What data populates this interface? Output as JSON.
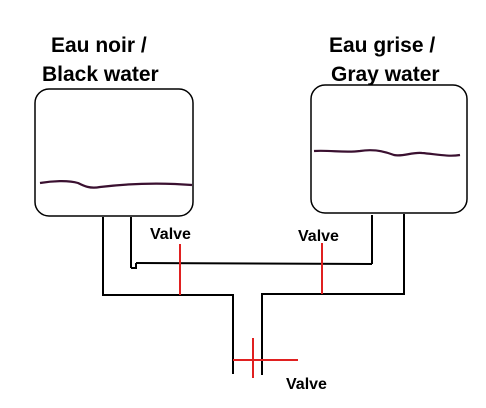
{
  "tanks": [
    {
      "title_line1": "Eau noir /",
      "title_line2": "Black water"
    },
    {
      "title_line1": "Eau grise /",
      "title_line2": "Gray water"
    }
  ],
  "valves": [
    {
      "label": "Valve"
    },
    {
      "label": "Valve"
    },
    {
      "label": "Valve"
    }
  ],
  "colors": {
    "outline": "#000000",
    "liquid": "#3a1030",
    "valve": "#e02020"
  }
}
